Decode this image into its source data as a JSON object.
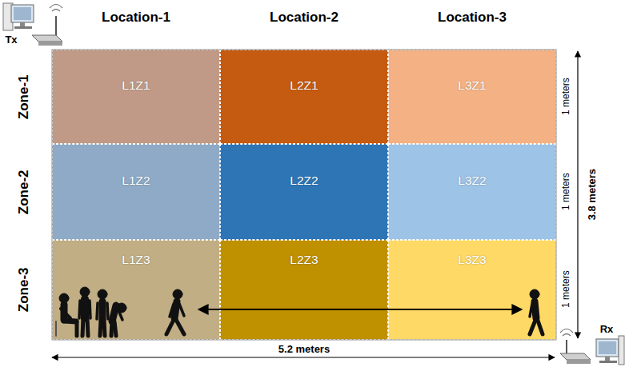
{
  "diagram": {
    "nodes": [
      {
        "text": [
          "L1Z1"
        ]
      },
      {
        "text": [
          "L2Z1"
        ]
      },
      {
        "text": [
          "L3Z1"
        ]
      },
      {
        "text": [
          "L1Z2"
        ]
      },
      {
        "text": [
          "L2Z2"
        ]
      },
      {
        "text": [
          "L3Z2"
        ]
      },
      {
        "text": [
          "L1Z3"
        ]
      },
      {
        "text": [
          "L2Z3"
        ]
      },
      {
        "text": [
          "L3Z3"
        ]
      }
    ],
    "labels": [
      "Location-1",
      "Location-2",
      "Location-3",
      "Zone-1",
      "Zone-2",
      "Zone-3",
      "Tx",
      "Rx",
      "1 meters",
      "1 meters",
      "1 meters",
      "3.8 meters",
      "5.2 meters"
    ]
  }
}
